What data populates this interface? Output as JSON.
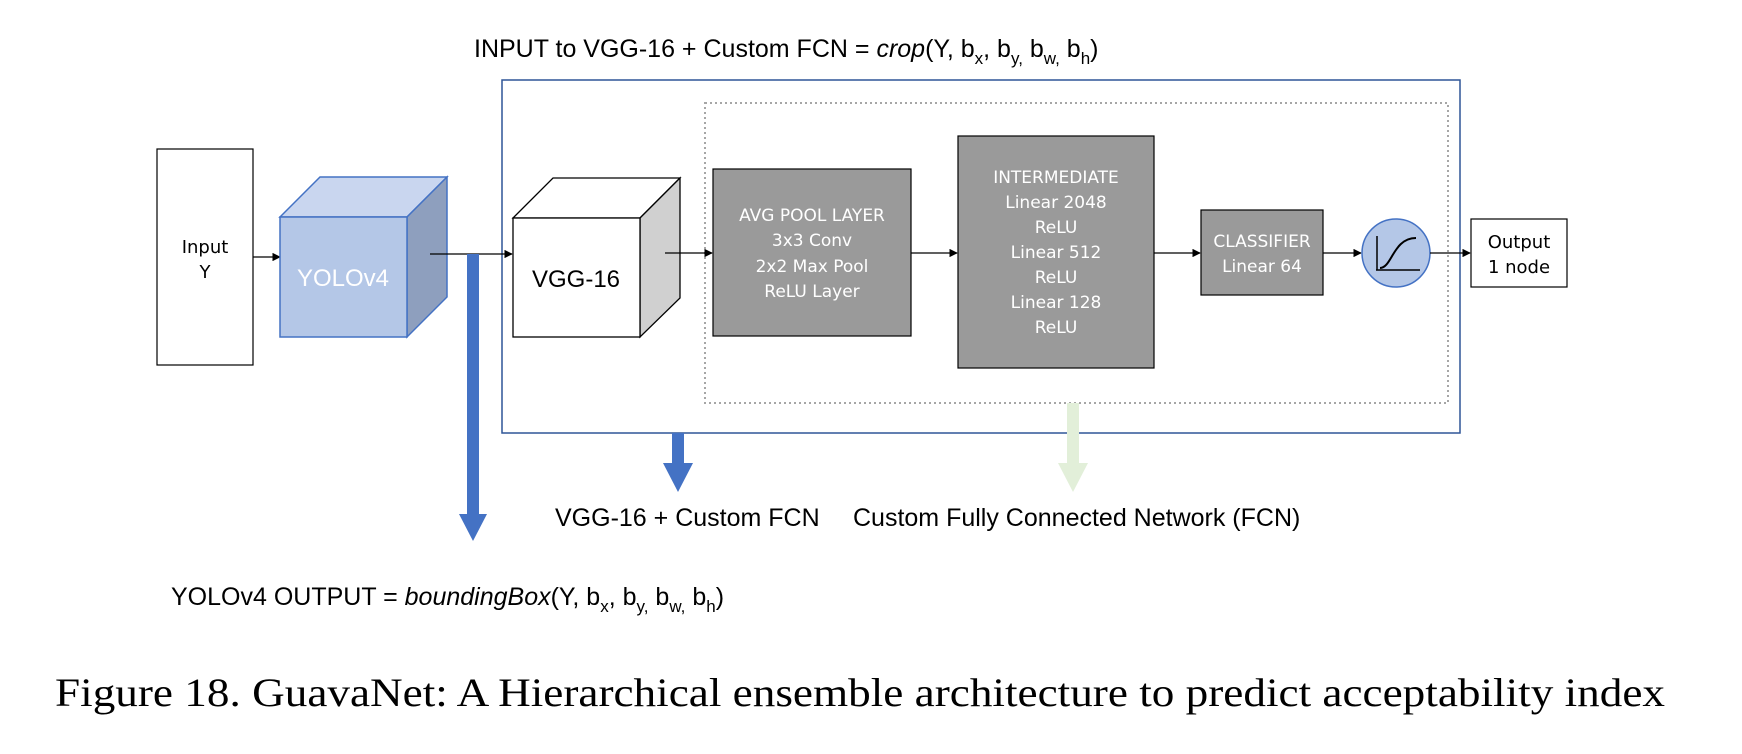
{
  "top_label": {
    "prefix": "INPUT to VGG-16 + Custom FCN = ",
    "func": "crop",
    "args": "(Y, b",
    "sub_x": "x",
    "sep1": ", b",
    "sub_y": "y,",
    "sep2": " b",
    "sub_w": "w,",
    "sep3": " b",
    "sub_h": "h",
    "close": ")"
  },
  "input_box": {
    "line1": "Input",
    "line2": "Y"
  },
  "yolo_cube": {
    "label": "YOLOv4"
  },
  "vgg_cube": {
    "label": "VGG-16"
  },
  "avg_pool": {
    "lines": [
      "AVG POOL LAYER",
      "3x3 Conv",
      "2x2 Max Pool",
      "ReLU Layer"
    ]
  },
  "intermediate": {
    "lines": [
      "INTERMEDIATE",
      "Linear 2048",
      "ReLU",
      "Linear 512",
      "ReLU",
      "Linear 128",
      "ReLU"
    ]
  },
  "classifier": {
    "lines": [
      "CLASSIFIER",
      "Linear 64"
    ]
  },
  "sigmoid": {
    "icon": "sigmoid-icon"
  },
  "output_box": {
    "line1": "Output",
    "line2": "1 node"
  },
  "vgg_fcn_label": "VGG-16 + Custom FCN",
  "fcn_label": "Custom Fully Connected Network (FCN)",
  "bottom_label": {
    "prefix": "YOLOv4 OUTPUT = ",
    "func": "boundingBox",
    "args": "(Y, b",
    "sub_x": "x",
    "sep1": ", b",
    "sub_y": "y,",
    "sep2": " b",
    "sub_w": "w,",
    "sep3": " b",
    "sub_h": "h",
    "close": ")"
  },
  "caption": "Figure 18. GuavaNet: A Hierarchical ensemble architecture to predict acceptability index",
  "colors": {
    "yolo_front": "#b4c7e7",
    "yolo_top": "#c9d6ef",
    "yolo_side": "#8e9fbe",
    "cube_border": "#4472c4",
    "gray_box": "#9a9a9a",
    "outer_border": "#2f5597",
    "blue_arrow": "#4472c4",
    "green_arrow": "#e2efd9",
    "sigmoid_fill": "#b4c7e7"
  }
}
